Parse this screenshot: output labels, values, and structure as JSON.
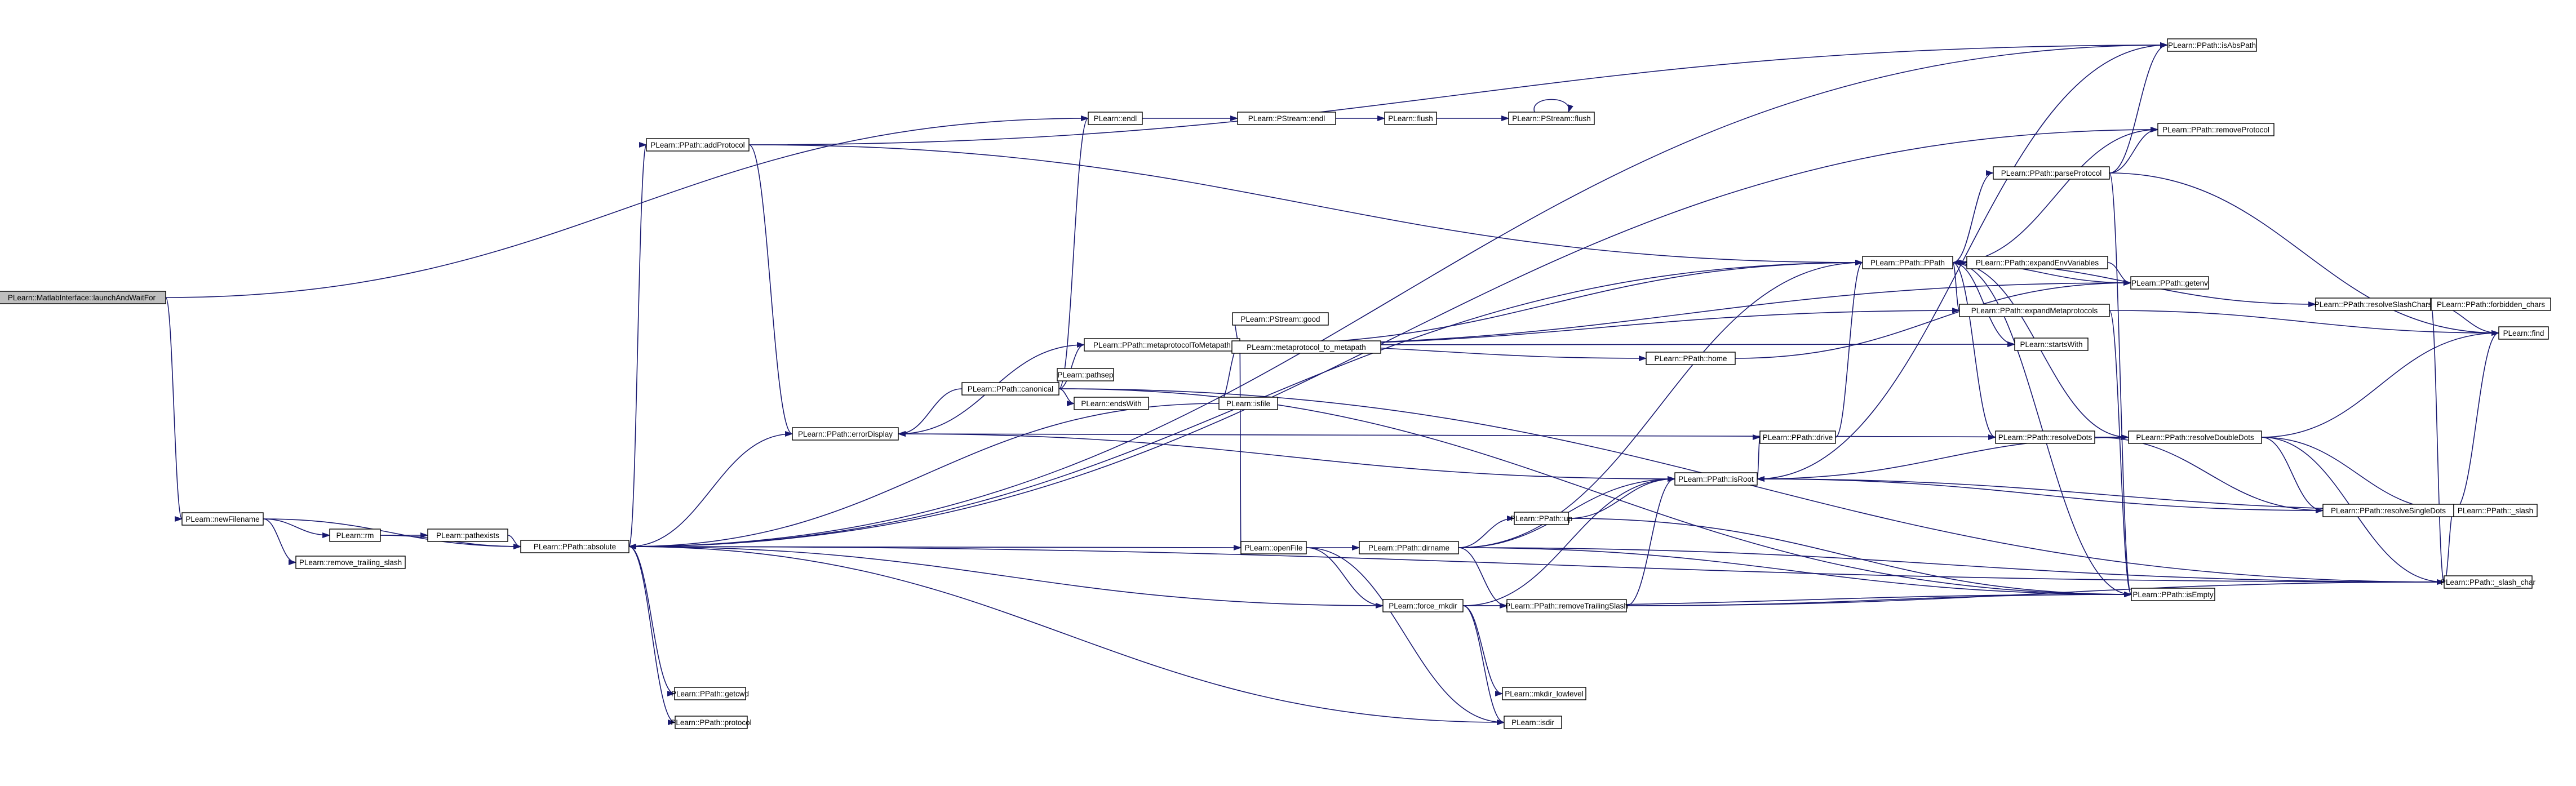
{
  "graph": {
    "edge_color": "#191970",
    "nodes": [
      {
        "id": "launch",
        "label": "PLearn::MatlabInterface::launchAndWaitFor",
        "root": true
      },
      {
        "id": "newFilename",
        "label": "PLearn::newFilename"
      },
      {
        "id": "rm",
        "label": "PLearn::rm"
      },
      {
        "id": "remove_trailing_slash",
        "label": "PLearn::remove_trailing_slash"
      },
      {
        "id": "pathexists",
        "label": "PLearn::pathexists"
      },
      {
        "id": "absolute",
        "label": "PLearn::PPath::absolute"
      },
      {
        "id": "addProtocol",
        "label": "PLearn::PPath::addProtocol"
      },
      {
        "id": "errorDisplay",
        "label": "PLearn::PPath::errorDisplay"
      },
      {
        "id": "getcwd",
        "label": "PLearn::PPath::getcwd"
      },
      {
        "id": "protocol",
        "label": "PLearn::PPath::protocol"
      },
      {
        "id": "endl",
        "label": "PLearn::endl"
      },
      {
        "id": "ps_endl",
        "label": "PLearn::PStream::endl"
      },
      {
        "id": "flush",
        "label": "PLearn::flush"
      },
      {
        "id": "ps_flush",
        "label": "PLearn::PStream::flush"
      },
      {
        "id": "canonical",
        "label": "PLearn::PPath::canonical"
      },
      {
        "id": "metaprotocolToMetapath",
        "label": "PLearn::PPath::metaprotocolToMetapath"
      },
      {
        "id": "ps_good",
        "label": "PLearn::PStream::good"
      },
      {
        "id": "metaprotocol_to_metapath",
        "label": "PLearn::metaprotocol_to_metapath"
      },
      {
        "id": "pathsep",
        "label": "PLearn::pathsep"
      },
      {
        "id": "endsWith",
        "label": "PLearn::endsWith"
      },
      {
        "id": "isfile",
        "label": "PLearn::isfile"
      },
      {
        "id": "openFile",
        "label": "PLearn::openFile"
      },
      {
        "id": "dirname",
        "label": "PLearn::PPath::dirname"
      },
      {
        "id": "force_mkdir",
        "label": "PLearn::force_mkdir"
      },
      {
        "id": "up",
        "label": "PLearn::PPath::up"
      },
      {
        "id": "removeTrailingSlash",
        "label": "PLearn::PPath::removeTrailingSlash"
      },
      {
        "id": "mkdir_lowlevel",
        "label": "PLearn::mkdir_lowlevel"
      },
      {
        "id": "isdir",
        "label": "PLearn::isdir"
      },
      {
        "id": "home",
        "label": "PLearn::PPath::home"
      },
      {
        "id": "drive",
        "label": "PLearn::PPath::drive"
      },
      {
        "id": "isRoot",
        "label": "PLearn::PPath::isRoot"
      },
      {
        "id": "pp_PPath",
        "label": "PLearn::PPath::PPath"
      },
      {
        "id": "expandEnvVariables",
        "label": "PLearn::PPath::expandEnvVariables"
      },
      {
        "id": "expandMetaprotocols",
        "label": "PLearn::PPath::expandMetaprotocols"
      },
      {
        "id": "startsWith",
        "label": "PLearn::startsWith"
      },
      {
        "id": "parseProtocol",
        "label": "PLearn::PPath::parseProtocol"
      },
      {
        "id": "resolveDots",
        "label": "PLearn::PPath::resolveDots"
      },
      {
        "id": "getenv",
        "label": "PLearn::PPath::getenv"
      },
      {
        "id": "isAbsPath",
        "label": "PLearn::PPath::isAbsPath"
      },
      {
        "id": "removeProtocol",
        "label": "PLearn::PPath::removeProtocol"
      },
      {
        "id": "resolveDoubleDots",
        "label": "PLearn::PPath::resolveDoubleDots"
      },
      {
        "id": "resolveSingleDots",
        "label": "PLearn::PPath::resolveSingleDots"
      },
      {
        "id": "resolveSlashChars",
        "label": "PLearn::PPath::resolveSlashChars"
      },
      {
        "id": "forbidden_chars",
        "label": "PLearn::PPath::forbidden_chars"
      },
      {
        "id": "find",
        "label": "PLearn::find"
      },
      {
        "id": "_slash",
        "label": "PLearn::PPath::_slash"
      },
      {
        "id": "_slash_char",
        "label": "PLearn::PPath::_slash_char"
      },
      {
        "id": "isEmpty",
        "label": "PLearn::PPath::isEmpty"
      }
    ],
    "edges": [
      [
        "launch",
        "newFilename"
      ],
      [
        "launch",
        "endl"
      ],
      [
        "newFilename",
        "rm"
      ],
      [
        "newFilename",
        "remove_trailing_slash"
      ],
      [
        "newFilename",
        "absolute"
      ],
      [
        "rm",
        "pathexists"
      ],
      [
        "rm",
        "absolute"
      ],
      [
        "pathexists",
        "absolute"
      ],
      [
        "absolute",
        "addProtocol"
      ],
      [
        "absolute",
        "getcwd"
      ],
      [
        "absolute",
        "protocol"
      ],
      [
        "absolute",
        "isAbsPath"
      ],
      [
        "absolute",
        "removeProtocol"
      ],
      [
        "absolute",
        "pp_PPath"
      ],
      [
        "absolute",
        "isdir"
      ],
      [
        "absolute",
        "_slash_char"
      ],
      [
        "addProtocol",
        "errorDisplay"
      ],
      [
        "addProtocol",
        "pp_PPath"
      ],
      [
        "addProtocol",
        "isAbsPath"
      ],
      [
        "errorDisplay",
        "absolute"
      ],
      [
        "endl",
        "ps_endl"
      ],
      [
        "ps_endl",
        "flush"
      ],
      [
        "flush",
        "ps_flush"
      ],
      [
        "ps_flush",
        "ps_flush"
      ],
      [
        "canonical",
        "metaprotocolToMetapath"
      ],
      [
        "canonical",
        "pathsep"
      ],
      [
        "canonical",
        "endsWith"
      ],
      [
        "canonical",
        "endl"
      ],
      [
        "canonical",
        "errorDisplay"
      ],
      [
        "canonical",
        "isEmpty"
      ],
      [
        "canonical",
        "_slash_char"
      ],
      [
        "metaprotocolToMetapath",
        "ps_good"
      ],
      [
        "metaprotocolToMetapath",
        "metaprotocol_to_metapath"
      ],
      [
        "metaprotocolToMetapath",
        "isfile"
      ],
      [
        "metaprotocolToMetapath",
        "openFile"
      ],
      [
        "metaprotocolToMetapath",
        "home"
      ],
      [
        "metaprotocolToMetapath",
        "startsWith"
      ],
      [
        "metaprotocolToMetapath",
        "pp_PPath"
      ],
      [
        "metaprotocolToMetapath",
        "getenv"
      ],
      [
        "metaprotocolToMetapath",
        "errorDisplay"
      ],
      [
        "isfile",
        "absolute"
      ],
      [
        "openFile",
        "absolute"
      ],
      [
        "openFile",
        "dirname"
      ],
      [
        "openFile",
        "force_mkdir"
      ],
      [
        "openFile",
        "isdir"
      ],
      [
        "dirname",
        "up"
      ],
      [
        "dirname",
        "removeTrailingSlash"
      ],
      [
        "dirname",
        "isRoot"
      ],
      [
        "dirname",
        "isEmpty"
      ],
      [
        "dirname",
        "pp_PPath"
      ],
      [
        "dirname",
        "_slash_char"
      ],
      [
        "force_mkdir",
        "absolute"
      ],
      [
        "force_mkdir",
        "removeTrailingSlash"
      ],
      [
        "force_mkdir",
        "mkdir_lowlevel"
      ],
      [
        "force_mkdir",
        "isdir"
      ],
      [
        "force_mkdir",
        "isEmpty"
      ],
      [
        "force_mkdir",
        "isRoot"
      ],
      [
        "up",
        "isRoot"
      ],
      [
        "up",
        "isEmpty"
      ],
      [
        "removeTrailingSlash",
        "isRoot"
      ],
      [
        "removeTrailingSlash",
        "isEmpty"
      ],
      [
        "removeTrailingSlash",
        "_slash_char"
      ],
      [
        "home",
        "getenv"
      ],
      [
        "drive",
        "pp_PPath"
      ],
      [
        "isRoot",
        "drive"
      ],
      [
        "isRoot",
        "isAbsPath"
      ],
      [
        "isRoot",
        "errorDisplay"
      ],
      [
        "pp_PPath",
        "expandEnvVariables"
      ],
      [
        "pp_PPath",
        "expandMetaprotocols"
      ],
      [
        "pp_PPath",
        "startsWith"
      ],
      [
        "pp_PPath",
        "parseProtocol"
      ],
      [
        "pp_PPath",
        "resolveDots"
      ],
      [
        "pp_PPath",
        "resolveSlashChars"
      ],
      [
        "pp_PPath",
        "removeProtocol"
      ],
      [
        "pp_PPath",
        "getenv"
      ],
      [
        "pp_PPath",
        "isEmpty"
      ],
      [
        "expandEnvVariables",
        "getenv"
      ],
      [
        "expandMetaprotocols",
        "metaprotocolToMetapath"
      ],
      [
        "expandMetaprotocols",
        "find"
      ],
      [
        "expandMetaprotocols",
        "isEmpty"
      ],
      [
        "parseProtocol",
        "isAbsPath"
      ],
      [
        "parseProtocol",
        "removeProtocol"
      ],
      [
        "parseProtocol",
        "find"
      ],
      [
        "parseProtocol",
        "isEmpty"
      ],
      [
        "resolveDots",
        "resolveDoubleDots"
      ],
      [
        "resolveDots",
        "resolveSingleDots"
      ],
      [
        "resolveDoubleDots",
        "isRoot"
      ],
      [
        "resolveDoubleDots",
        "resolveSingleDots"
      ],
      [
        "resolveDoubleDots",
        "find"
      ],
      [
        "resolveDoubleDots",
        "_slash"
      ],
      [
        "resolveDoubleDots",
        "_slash_char"
      ],
      [
        "resolveDoubleDots",
        "pp_PPath"
      ],
      [
        "resolveDoubleDots",
        "errorDisplay"
      ],
      [
        "resolveSingleDots",
        "isRoot"
      ],
      [
        "resolveSingleDots",
        "_slash"
      ],
      [
        "resolveSingleDots",
        "_slash_char"
      ],
      [
        "resolveSingleDots",
        "find"
      ],
      [
        "resolveSlashChars",
        "forbidden_chars"
      ],
      [
        "resolveSlashChars",
        "find"
      ],
      [
        "resolveSlashChars",
        "_slash_char"
      ],
      [
        "_slash",
        "isRoot"
      ]
    ]
  }
}
